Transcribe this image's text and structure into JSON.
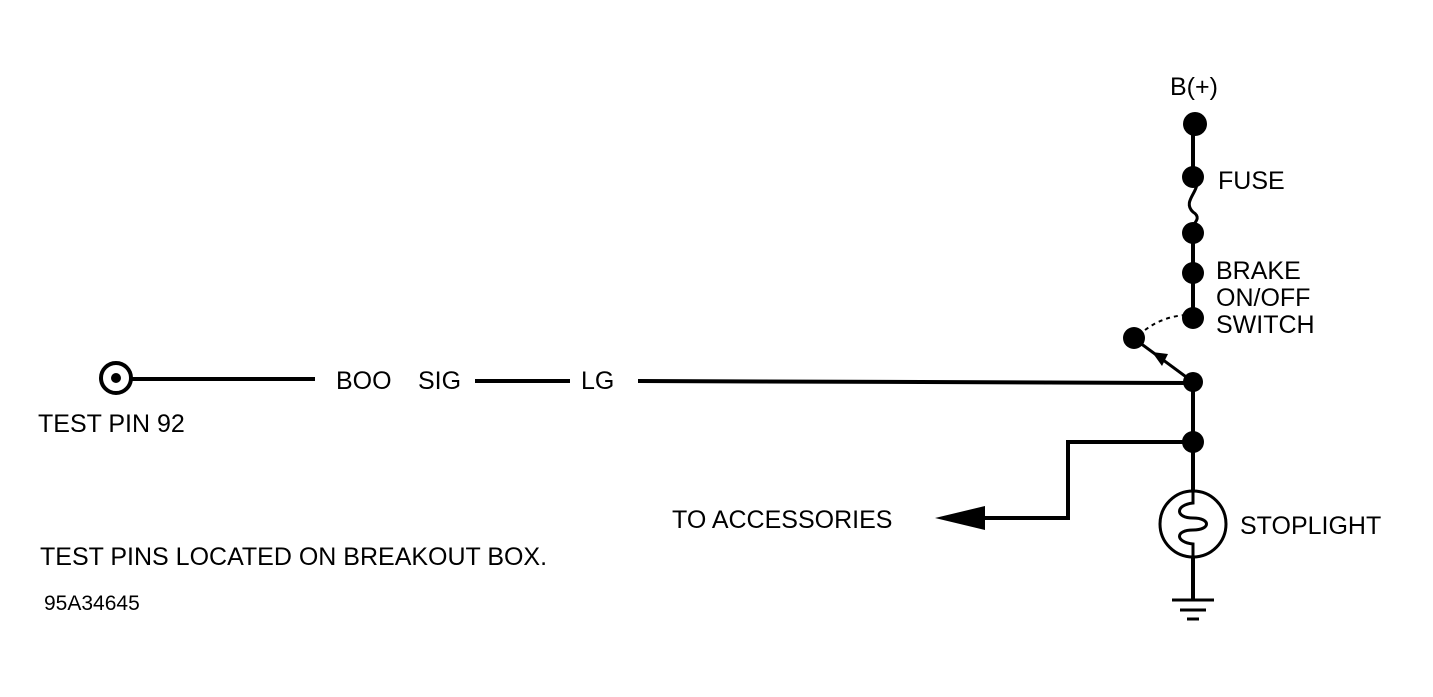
{
  "labels": {
    "supply": "B(+)",
    "fuse": "FUSE",
    "switch_line1": "BRAKE",
    "switch_line2": "ON/OFF",
    "switch_line3": "SWITCH",
    "signal_name_1": "BOO",
    "signal_name_2": "SIG",
    "wire_color": "LG",
    "test_pin": "TEST PIN 92",
    "accessories": "TO ACCESSORIES",
    "stoplight": "STOPLIGHT",
    "note": "TEST PINS LOCATED ON BREAKOUT BOX.",
    "figure_id": "95A34645"
  },
  "colors": {
    "ink": "#000000",
    "paper": "#ffffff"
  }
}
